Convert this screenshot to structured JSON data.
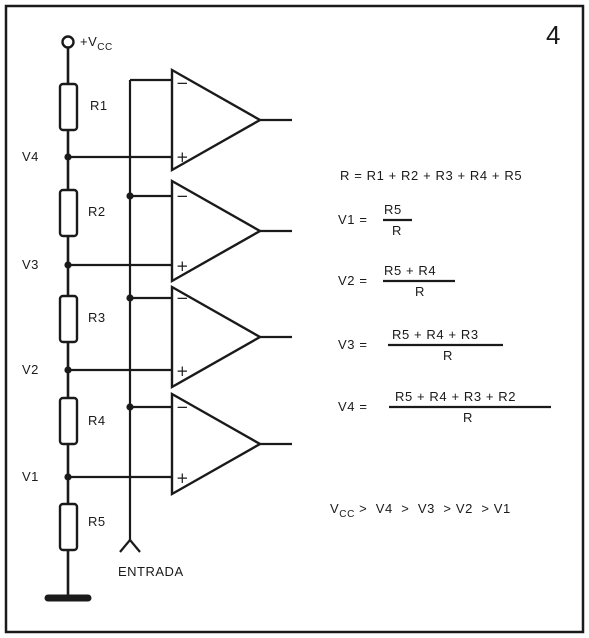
{
  "figure_number": "4",
  "supply": {
    "symbol": "+V",
    "subscript": "CC"
  },
  "resistors": [
    "R1",
    "R2",
    "R3",
    "R4",
    "R5"
  ],
  "nodes": [
    "V4",
    "V3",
    "V2",
    "V1"
  ],
  "opamp_symbols": {
    "minus": "−",
    "plus": "+"
  },
  "input_label": "ENTRADA",
  "equations": {
    "r_sum": "R = R1 + R2 + R3 + R4 + R5",
    "v1": {
      "lhs": "V1 =",
      "num": "R5",
      "den": "R"
    },
    "v2": {
      "lhs": "V2 =",
      "num": "R5 + R4",
      "den": "R"
    },
    "v3": {
      "lhs": "V3 =",
      "num": "R5 + R4 + R3",
      "den": "R"
    },
    "v4": {
      "lhs": "V4 =",
      "num": "R5 + R4 + R3 + R2",
      "den": "R"
    }
  },
  "inequality": {
    "v": "V",
    "sub": "CC",
    "rest": " >  V4  >  V3  > V2  > V1"
  }
}
